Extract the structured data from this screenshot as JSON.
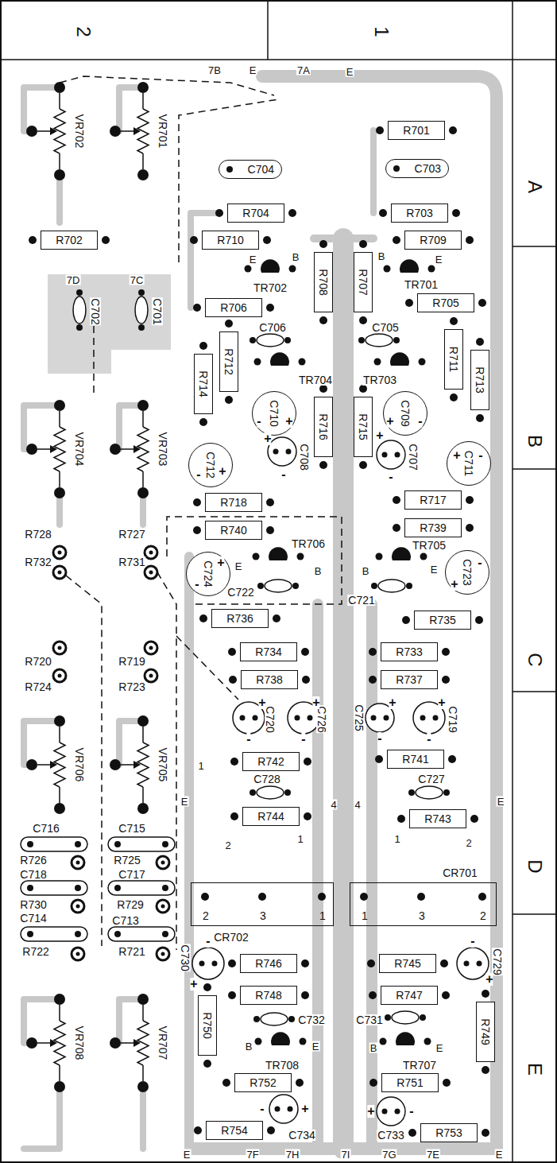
{
  "diagram": {
    "nodes": [
      {
        "text": [
          "R701"
        ]
      },
      {
        "text": [
          "C704"
        ]
      },
      {
        "text": [
          "C703"
        ]
      },
      {
        "text": [
          "R704"
        ]
      },
      {
        "text": [
          "R703"
        ]
      },
      {
        "text": [
          "R702"
        ]
      },
      {
        "text": [
          "R710"
        ]
      },
      {
        "text": [
          "R709"
        ]
      },
      {
        "text": [
          "R708"
        ]
      },
      {
        "text": [
          "R707"
        ]
      },
      {
        "text": [
          "R706"
        ]
      },
      {
        "text": [
          "R705"
        ]
      },
      {
        "text": [
          "R714"
        ]
      },
      {
        "text": [
          "R712"
        ]
      },
      {
        "text": [
          "R711"
        ]
      },
      {
        "text": [
          "R713"
        ]
      },
      {
        "text": [
          "C710"
        ]
      },
      {
        "text": [
          "C709"
        ]
      },
      {
        "text": [
          "R716"
        ]
      },
      {
        "text": [
          "R715"
        ]
      },
      {
        "text": [
          "C712"
        ]
      },
      {
        "text": [
          "C711"
        ]
      },
      {
        "text": [
          "R718"
        ]
      },
      {
        "text": [
          "R717"
        ]
      },
      {
        "text": [
          "R740"
        ]
      },
      {
        "text": [
          "R739"
        ]
      },
      {
        "text": [
          "C724"
        ]
      },
      {
        "text": [
          "C723"
        ]
      },
      {
        "text": [
          "R736"
        ]
      },
      {
        "text": [
          "R735"
        ]
      },
      {
        "text": [
          "R734"
        ]
      },
      {
        "text": [
          "R733"
        ]
      },
      {
        "text": [
          "R738"
        ]
      },
      {
        "text": [
          "R737"
        ]
      },
      {
        "text": [
          "R742"
        ]
      },
      {
        "text": [
          "R741"
        ]
      },
      {
        "text": [
          "R744"
        ]
      },
      {
        "text": [
          "R743"
        ]
      },
      {
        "text": [
          "CR702",
          "2",
          "3",
          "1"
        ]
      },
      {
        "text": [
          "CR701",
          "1",
          "3",
          "2"
        ]
      },
      {
        "text": [
          "R746"
        ]
      },
      {
        "text": [
          "R745"
        ]
      },
      {
        "text": [
          "R748"
        ]
      },
      {
        "text": [
          "R747"
        ]
      },
      {
        "text": [
          "R750"
        ]
      },
      {
        "text": [
          "R749"
        ]
      },
      {
        "text": [
          "R752"
        ]
      },
      {
        "text": [
          "R751"
        ]
      },
      {
        "text": [
          "R754"
        ]
      },
      {
        "text": [
          "R753"
        ]
      }
    ],
    "labels": [
      "2",
      "1",
      "A",
      "B",
      "C",
      "D",
      "E",
      "7B",
      "E",
      "7A",
      "E",
      "VR702",
      "VR701",
      "7D",
      "7C",
      "C702",
      "C701",
      "B",
      "E",
      "TR702",
      "B",
      "E",
      "TR701",
      "C706",
      "C705",
      "TR704",
      "TR703",
      "-",
      "+",
      "-",
      "+",
      "+",
      "-",
      "+",
      "-",
      "C708",
      "C707",
      "-",
      "+",
      "+",
      "-",
      "VR704",
      "VR703",
      "R728",
      "R727",
      "R732",
      "R731",
      "TR706",
      "TR705",
      "E",
      "B",
      "B",
      "E",
      "+",
      "-",
      "+",
      "-",
      "C722",
      "C721",
      "R720",
      "R719",
      "R724",
      "R723",
      "C720",
      "C726",
      "C725",
      "C719",
      "+",
      "-",
      "+",
      "-",
      "+",
      "-",
      "+",
      "-",
      "VR706",
      "VR705",
      "1",
      "C728",
      "C727",
      "E",
      "E",
      "4",
      "4",
      "1",
      "2",
      "1",
      "2",
      "C716",
      "C715",
      "R726",
      "R725",
      "C718",
      "C717",
      "R730",
      "R729",
      "C714",
      "C713",
      "R722",
      "R721",
      "C730",
      "-",
      "+",
      "C729",
      "-",
      "+",
      "C732",
      "C731",
      "B",
      "E",
      "TR708",
      "B",
      "E",
      "TR707",
      "VR708",
      "VR707",
      "-",
      "+",
      "C734",
      "+",
      "-",
      "C733",
      "E",
      "7F",
      "7H",
      "7I",
      "7G",
      "7E",
      "E"
    ]
  }
}
